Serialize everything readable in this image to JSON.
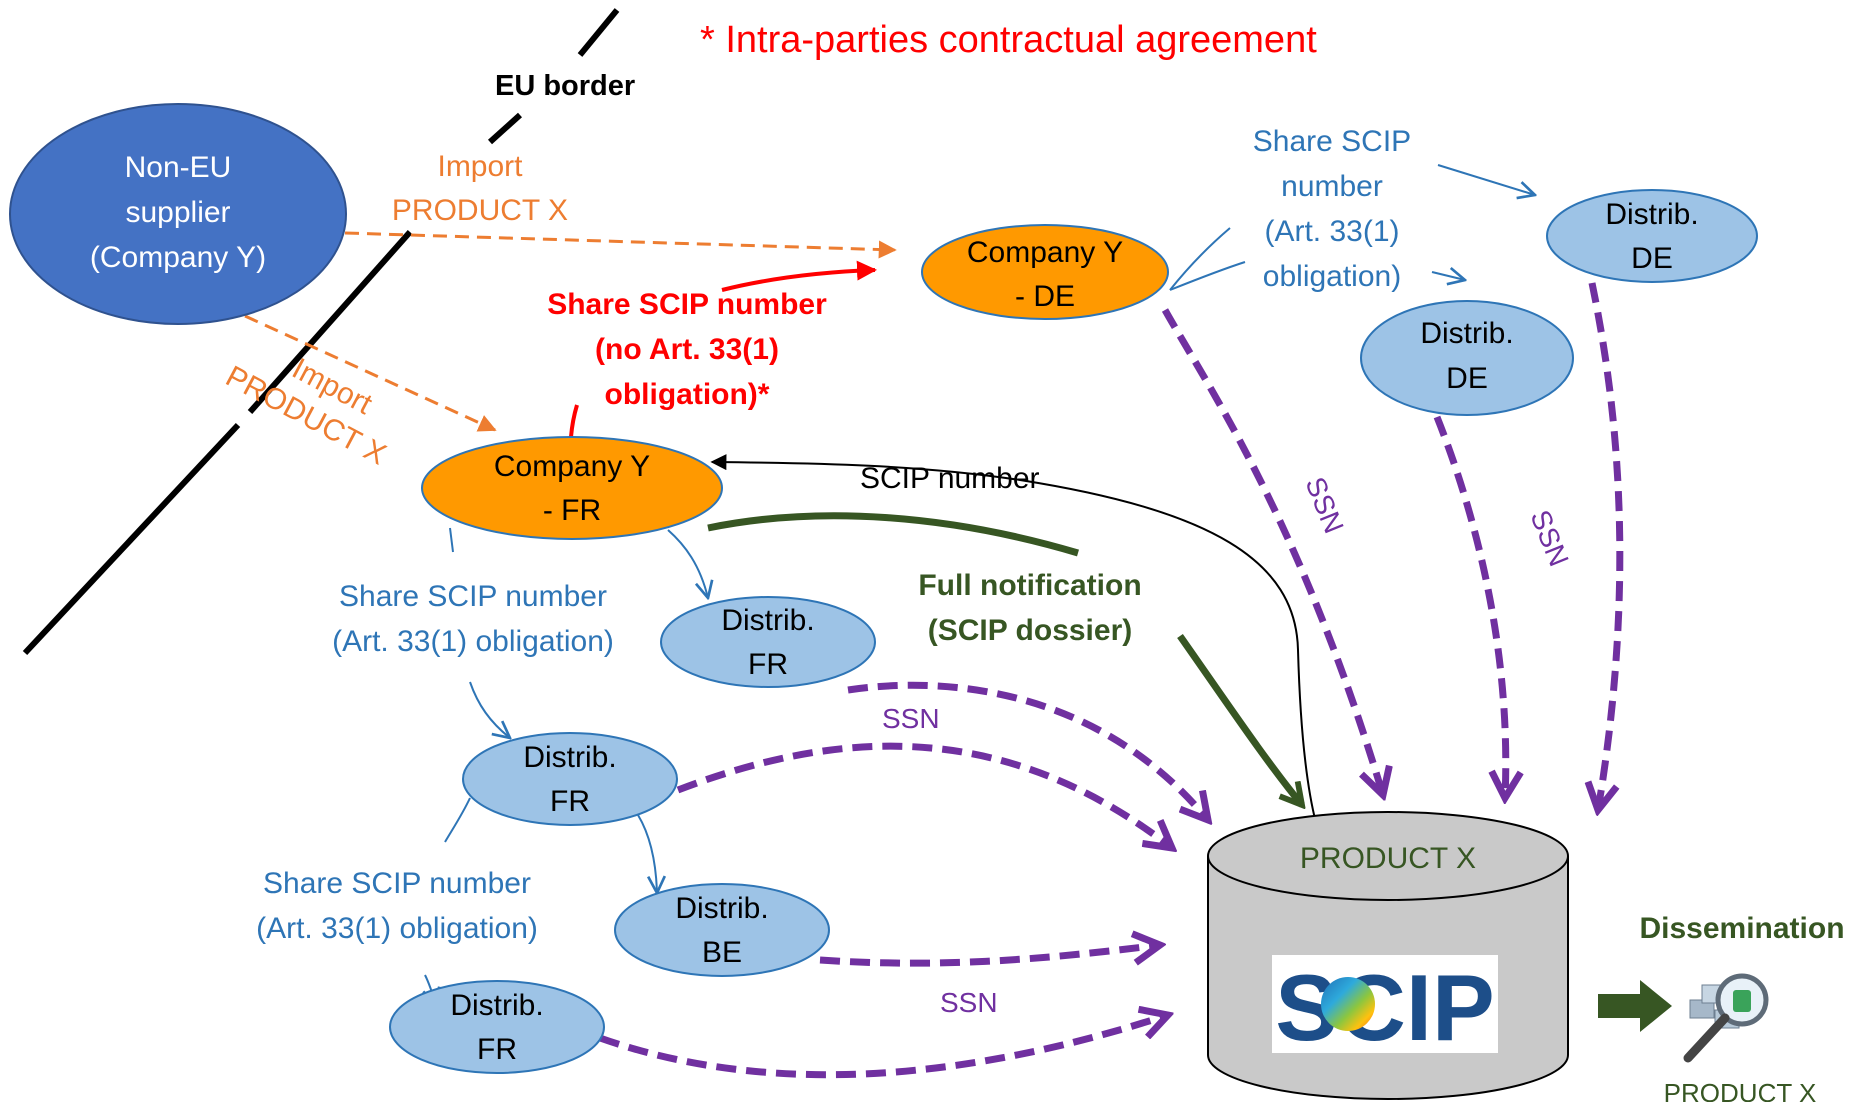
{
  "header": {
    "note": "* Intra-parties contractual agreement",
    "eu_border": "EU border"
  },
  "nodes": {
    "supplier": [
      "Non-EU",
      "supplier",
      "(Company Y)"
    ],
    "company_de": [
      "Company Y",
      "-  DE"
    ],
    "company_fr": [
      "Company Y",
      "-  FR"
    ],
    "distrib_de_1": [
      "Distrib.",
      "DE"
    ],
    "distrib_de_2": [
      "Distrib.",
      "DE"
    ],
    "distrib_fr_1": [
      "Distrib.",
      "FR"
    ],
    "distrib_fr_2": [
      "Distrib.",
      "FR"
    ],
    "distrib_be": [
      "Distrib.",
      "BE"
    ],
    "distrib_fr_3": [
      "Distrib.",
      "FR"
    ]
  },
  "labels": {
    "import_top": [
      "Import",
      "PRODUCT X"
    ],
    "import_diag": [
      "Import",
      "PRODUCT X"
    ],
    "share_red": [
      "Share SCIP number",
      "(no Art. 33(1)",
      "obligation)*"
    ],
    "share_de": [
      "Share SCIP",
      "number",
      "(Art. 33(1)",
      "obligation)"
    ],
    "scip_number": "SCIP number",
    "full_notification": [
      "Full notification",
      "(SCIP dossier)"
    ],
    "share_fr_1": [
      "Share SCIP number",
      "(Art. 33(1) obligation)"
    ],
    "share_fr_2": [
      "Share SCIP number",
      "(Art. 33(1) obligation)"
    ],
    "ssn": "SSN",
    "database_label": "PRODUCT X",
    "scip_logo": "SCIP",
    "dissemination": "Dissemination",
    "dissemination_product": "PRODUCT X"
  },
  "colors": {
    "supplier_fill": "#4472c4",
    "company_fill": "#ff9900",
    "distrib_fill": "#9dc3e6",
    "distrib_stroke": "#2e75b6",
    "orange_text": "#ed7d31",
    "blue_text": "#2e75b6",
    "red": "#ff0000",
    "green": "#375623",
    "purple": "#7030a0",
    "cylinder_fill": "#c9c9c9"
  }
}
